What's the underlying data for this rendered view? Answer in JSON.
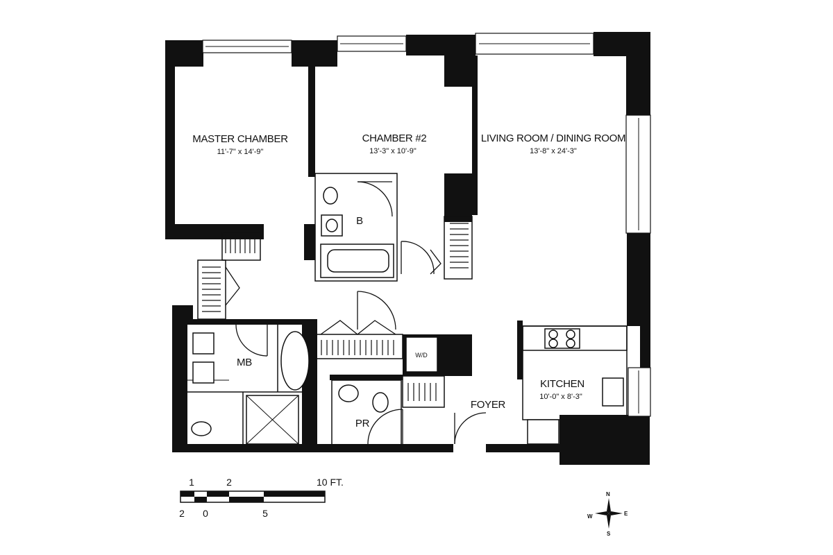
{
  "rooms": {
    "master_chamber": {
      "name": "MASTER CHAMBER",
      "dims": "11'-7\" x 14'-9\""
    },
    "chamber_2": {
      "name": "CHAMBER #2",
      "dims": "13'-3\" x 10'-9\""
    },
    "living_dining": {
      "name": "LIVING ROOM / DINING ROOM",
      "dims": "13'-8\" x 24'-3\""
    },
    "kitchen": {
      "name": "KITCHEN",
      "dims": "10'-0\" x 8'-3\""
    },
    "foyer": {
      "name": "FOYER"
    },
    "bath": {
      "name": "B"
    },
    "master_bath": {
      "name": "MB"
    },
    "powder_room": {
      "name": "PR"
    },
    "washer_dryer": {
      "name": "W/D"
    }
  },
  "scale_bar": {
    "top_labels": [
      "1",
      "2",
      "10 FT."
    ],
    "bottom_labels": [
      "2",
      "0",
      "5"
    ]
  },
  "compass": {
    "n": "N",
    "s": "S",
    "e": "E",
    "w": "W"
  }
}
